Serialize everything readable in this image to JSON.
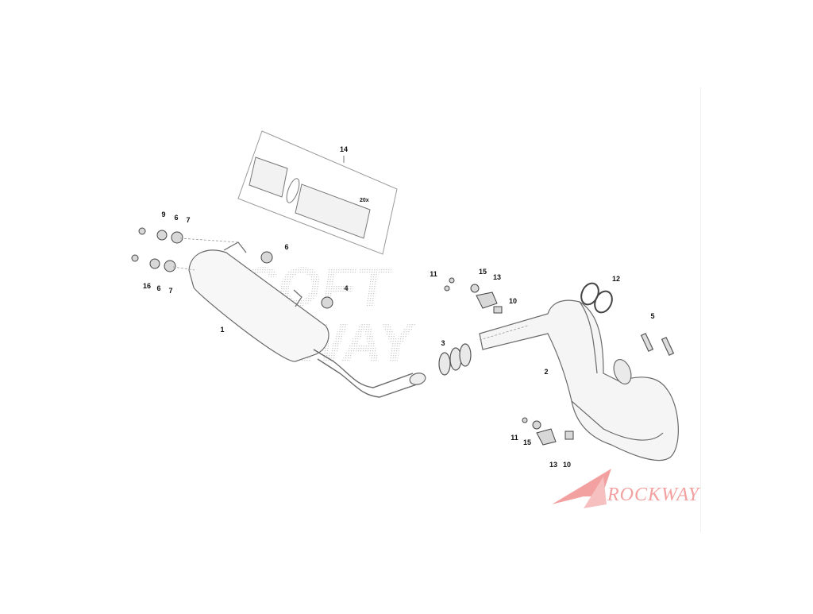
{
  "diagram": {
    "parts": [
      {
        "id": "1",
        "label": "1"
      },
      {
        "id": "2",
        "label": "2"
      },
      {
        "id": "3",
        "label": "3"
      },
      {
        "id": "4",
        "label": "4"
      },
      {
        "id": "5",
        "label": "5"
      },
      {
        "id": "6a",
        "label": "6"
      },
      {
        "id": "6b",
        "label": "6"
      },
      {
        "id": "6c",
        "label": "6"
      },
      {
        "id": "7a",
        "label": "7"
      },
      {
        "id": "7b",
        "label": "7"
      },
      {
        "id": "9",
        "label": "9"
      },
      {
        "id": "10a",
        "label": "10"
      },
      {
        "id": "10b",
        "label": "10"
      },
      {
        "id": "11a",
        "label": "11"
      },
      {
        "id": "11b",
        "label": "11"
      },
      {
        "id": "12",
        "label": "12"
      },
      {
        "id": "13a",
        "label": "13"
      },
      {
        "id": "13b",
        "label": "13"
      },
      {
        "id": "14",
        "label": "14"
      },
      {
        "id": "15a",
        "label": "15"
      },
      {
        "id": "15b",
        "label": "15"
      },
      {
        "id": "16",
        "label": "16"
      }
    ],
    "quantity_note": "20x",
    "watermark": "SOFT WAY",
    "brand": {
      "name": "ROCKWAY",
      "color": "#f2a0a0"
    }
  }
}
